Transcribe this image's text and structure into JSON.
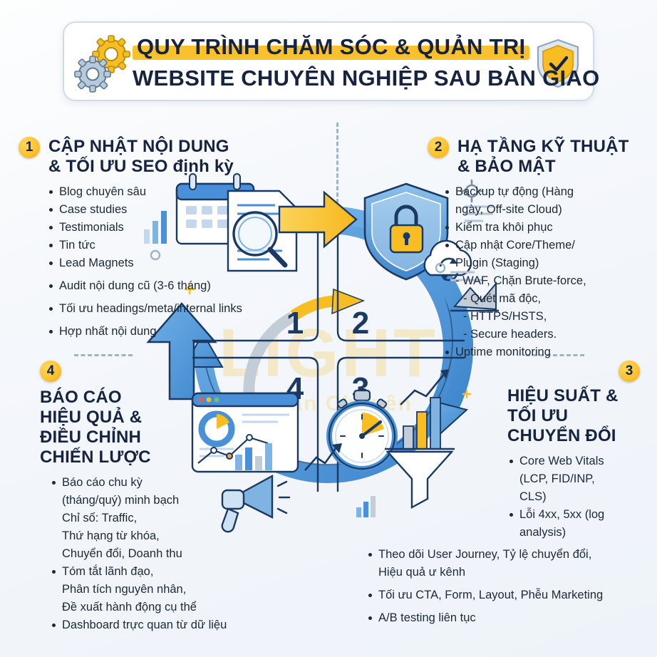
{
  "header": {
    "title_line1": "QUY TRÌNH CHĂM SÓC & QUẢN TRỊ",
    "title_line2": "WEBSITE CHUYÊN NGHIỆP SAU BÀN GIAO",
    "gear_icon": "gears-icon",
    "shield_icon": "shield-check-icon",
    "highlight_color": "#fbc02d",
    "text_color": "#16243f"
  },
  "watermark": {
    "main": "LIGHT",
    "sub": "Chuẩn Chuyên"
  },
  "sections": [
    {
      "number": "1",
      "title_line1": "CẬP NHẬT NỘI DUNG",
      "title_line2": "& TỐI ƯU SEO định kỳ",
      "bullets": [
        {
          "text": "Blog chuyên sâu",
          "type": "bullet"
        },
        {
          "text": "Case studies",
          "type": "bullet"
        },
        {
          "text": "Testimonials",
          "type": "bullet"
        },
        {
          "text": "Tin tức",
          "type": "bullet"
        },
        {
          "text": "Lead Magnets",
          "type": "bullet"
        },
        {
          "text": "Audit nội dung cũ (3-6 tháng)",
          "type": "bullet"
        },
        {
          "text": "Tối ưu headings/meta/internal links",
          "type": "bullet"
        },
        {
          "text": "Hợp nhất nội dung",
          "type": "bullet-spaced"
        }
      ]
    },
    {
      "number": "2",
      "title_line1": "HẠ TẦNG KỸ THUẬT",
      "title_line2": "& BẢO MẬT",
      "bullets": [
        {
          "text": "Backup tự động (Hàng",
          "type": "bullet"
        },
        {
          "text": "ngày, Off-site Cloud)",
          "type": "cont"
        },
        {
          "text": "Kiểm tra khôi phục",
          "type": "bullet"
        },
        {
          "text": "Cập nhật Core/Theme/",
          "type": "bullet"
        },
        {
          "text": "Plugin (Staging)",
          "type": "cont"
        },
        {
          "text": "- WAF, Chặn Brute-force,",
          "type": "cont"
        },
        {
          "text": "- Quét mã độc,",
          "type": "sub"
        },
        {
          "text": "- HTTPS/HSTS,",
          "type": "sub"
        },
        {
          "text": "- Secure headers.",
          "type": "sub"
        },
        {
          "text": "Uptime monitoring",
          "type": "bullet"
        }
      ]
    },
    {
      "number": "3",
      "title_line1": "HIỆU SUẤT &",
      "title_line2": "TỐI ƯU",
      "title_line3": "CHUYỂN ĐỔI",
      "bullets": [
        {
          "text": "Core Web Vitals",
          "type": "bullet-indent"
        },
        {
          "text": "(LCP, FID/INP,",
          "type": "cont-indent"
        },
        {
          "text": "CLS)",
          "type": "cont-indent"
        },
        {
          "text": "Lỗi 4xx, 5xx (log",
          "type": "bullet-indent"
        },
        {
          "text": "analysis)",
          "type": "cont-indent"
        },
        {
          "text": "Theo dõi User Journey, Tỷ lệ chuyển đổi,",
          "type": "bullet"
        },
        {
          "text": "Hiệu quả ư kênh",
          "type": "cont"
        },
        {
          "text": "Tối ưu CTA, Form, Layout, Phễu Marketing",
          "type": "bullet"
        },
        {
          "text": "A/B testing liên tục",
          "type": "bullet-spaced"
        }
      ]
    },
    {
      "number": "4",
      "title_line1": "BÁO CÁO",
      "title_line2": "HIỆU QUẢ &",
      "title_line3": "ĐIỀU CHỈNH",
      "title_line4": "CHIẾN LƯỢC",
      "bullets": [
        {
          "text": "Báo cáo chu kỳ",
          "type": "bullet"
        },
        {
          "text": "(tháng/quý) minh bạch",
          "type": "cont"
        },
        {
          "text": "Chỉ số: Traffic,",
          "type": "cont"
        },
        {
          "text": "Thứ hạng từ khóa,",
          "type": "cont"
        },
        {
          "text": "Chuyển đổi, Doanh thu",
          "type": "cont"
        },
        {
          "text": "Tóm tắt lãnh đạo,",
          "type": "bullet"
        },
        {
          "text": "Phân tích nguyên nhân,",
          "type": "cont"
        },
        {
          "text": "Đề xuất hành động cụ thể",
          "type": "cont"
        },
        {
          "text": "Dashboard trực quan từ dữ liệu",
          "type": "bullet"
        }
      ]
    }
  ],
  "center_diagram": {
    "quadrant_numbers": [
      "1",
      "2",
      "3",
      "4"
    ],
    "icons": [
      "calendar-icon",
      "document-search-icon",
      "shield-lock-icon",
      "cloud-sync-icon",
      "stopwatch-icon",
      "funnel-icon",
      "bar-chart-icon",
      "dashboard-window-icon",
      "megaphone-icon",
      "arrow-right-icon",
      "circular-arrow-icon"
    ],
    "accent_blue": "#4a90d9",
    "accent_yellow": "#fbc02d",
    "outline_navy": "#1b3a63"
  }
}
